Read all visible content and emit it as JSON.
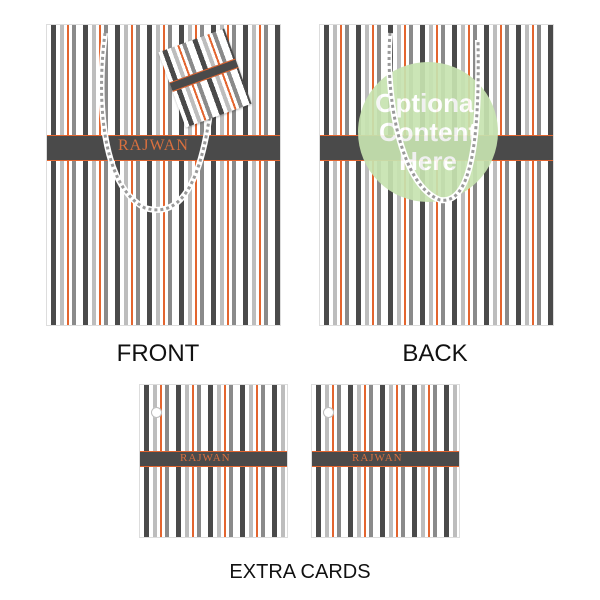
{
  "front_bag": {
    "monogram": "RAJWAN",
    "handle_icon": "rope-handle-icon",
    "tag_icon": "hang-tag-icon"
  },
  "back_bag": {
    "placeholder": "Optional\nContent\nHere",
    "handle_icon": "rope-handle-icon"
  },
  "cards": [
    {
      "monogram": "RAJWAN"
    },
    {
      "monogram": "RAJWAN"
    }
  ],
  "labels": {
    "front": "FRONT",
    "back": "BACK",
    "extra_cards": "EXTRA CARDS"
  },
  "colors": {
    "stripe_dark": "#4a4a4a",
    "stripe_orange": "#e3652f",
    "stripe_gray": "#bdbdbd",
    "band": "#4a4a4a",
    "placeholder_circle": "#c7e3b0"
  }
}
